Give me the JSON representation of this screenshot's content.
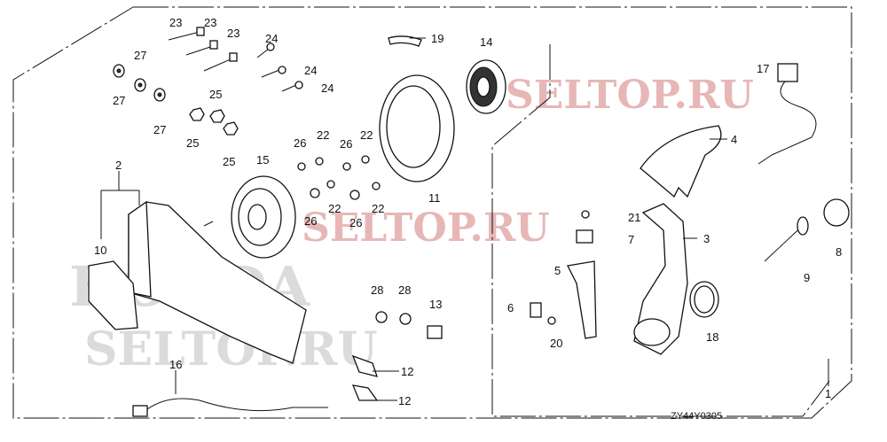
{
  "diagram": {
    "code": "ZY44Y0305",
    "watermarks": [
      "SELTOP.RU",
      "SELTOP.RU",
      "HONDA",
      "SELTOP.RU"
    ],
    "callouts": [
      "23",
      "23",
      "23",
      "24",
      "24",
      "24",
      "27",
      "27",
      "27",
      "25",
      "25",
      "25",
      "19",
      "14",
      "17",
      "4",
      "2",
      "10",
      "15",
      "26",
      "22",
      "26",
      "22",
      "11",
      "26",
      "22",
      "26",
      "22",
      "21",
      "7",
      "3",
      "5",
      "9",
      "8",
      "6",
      "20",
      "18",
      "28",
      "28",
      "13",
      "12",
      "12",
      "16",
      "1"
    ]
  }
}
